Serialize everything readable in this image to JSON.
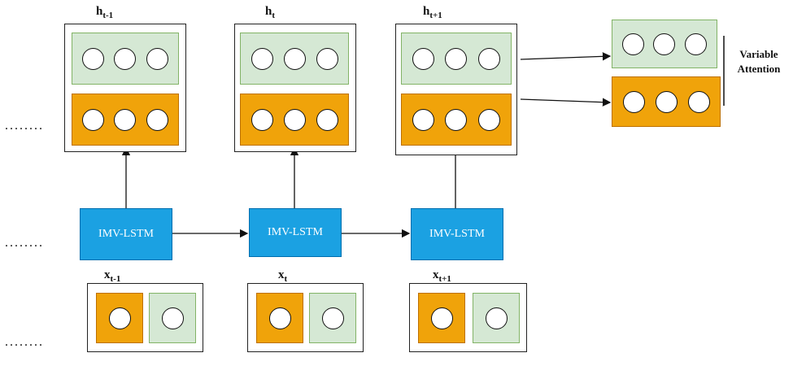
{
  "hidden_states": [
    {
      "label": "h",
      "sub": "t-1"
    },
    {
      "label": "h",
      "sub": "t"
    },
    {
      "label": "h",
      "sub": "t+1"
    }
  ],
  "cells": [
    {
      "label": "IMV-LSTM"
    },
    {
      "label": "IMV-LSTM"
    },
    {
      "label": "IMV-LSTM"
    }
  ],
  "inputs": [
    {
      "label": "x",
      "sub": "t-1"
    },
    {
      "label": "x",
      "sub": "t"
    },
    {
      "label": "x",
      "sub": "t+1"
    }
  ],
  "attention": {
    "line1": "Variable",
    "line2": "Attention"
  },
  "ellipsis": "........",
  "colors": {
    "green": "#d5e8d4",
    "orange": "#f0a30a",
    "lstm": "#1ba1e2"
  }
}
